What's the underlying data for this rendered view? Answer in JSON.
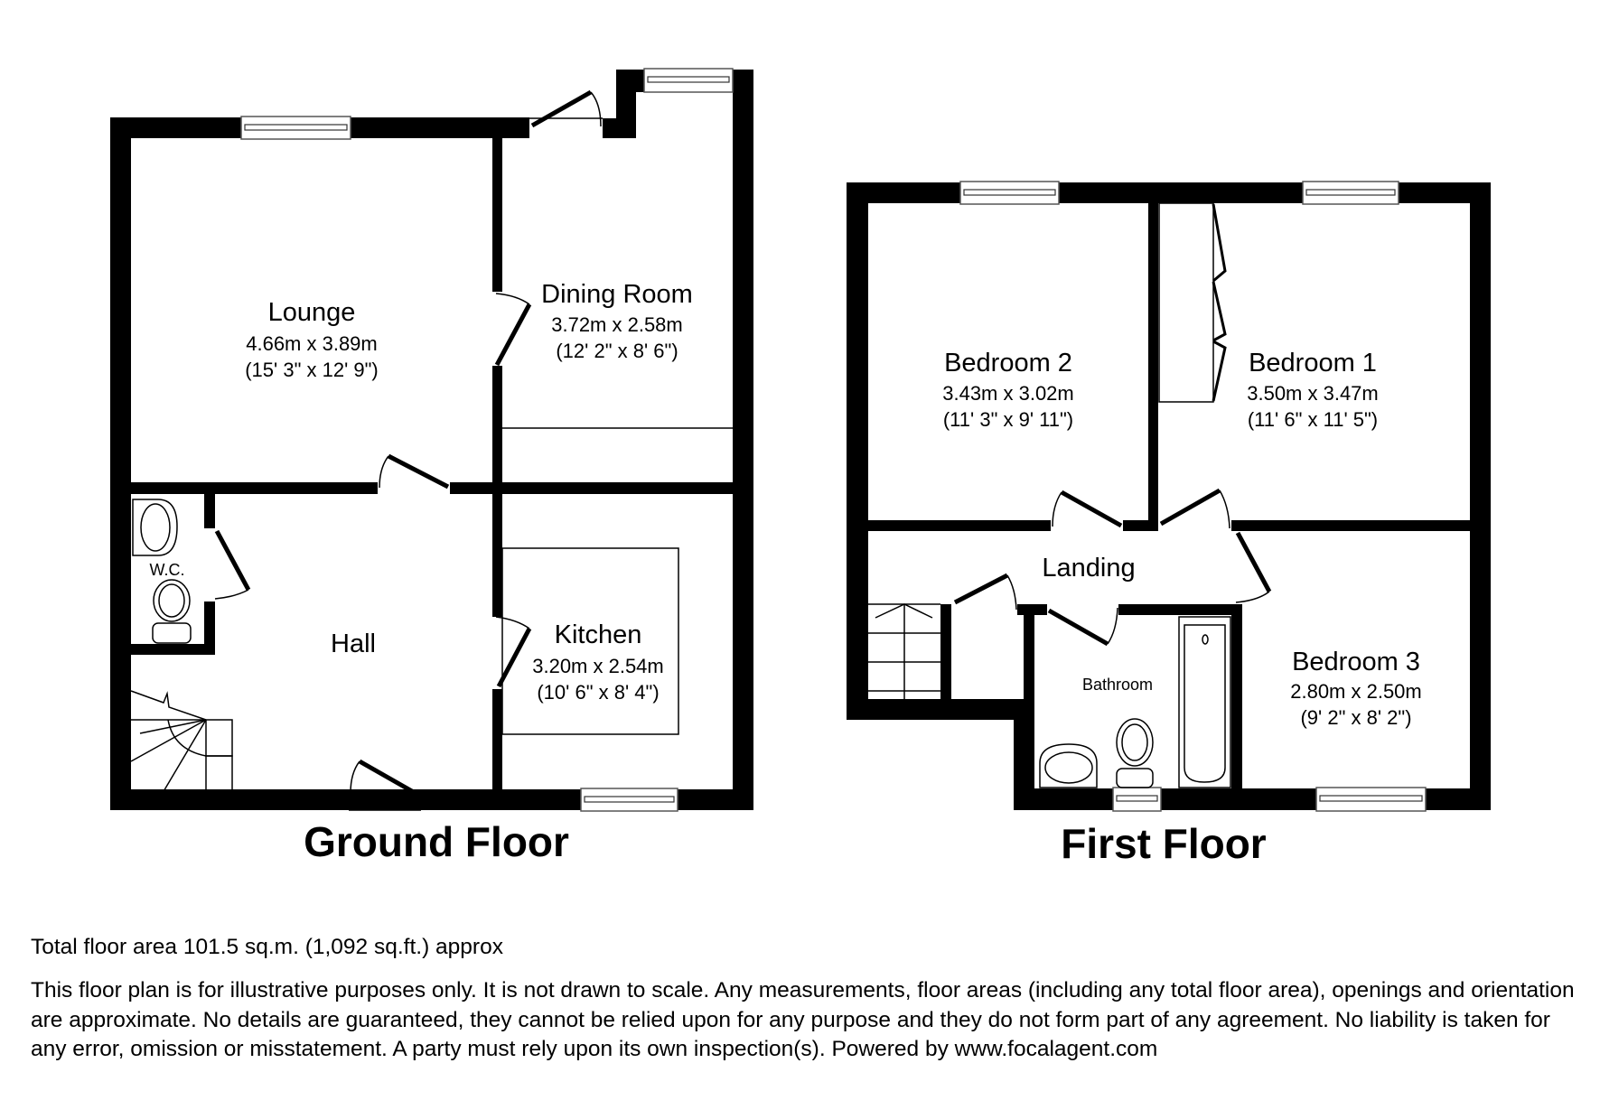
{
  "ground_floor": {
    "title": "Ground Floor",
    "rooms": {
      "lounge": {
        "name": "Lounge",
        "metric": "4.66m x 3.89m",
        "imperial": "(15' 3\" x 12' 9\")"
      },
      "dining": {
        "name": "Dining Room",
        "metric": "3.72m x 2.58m",
        "imperial": "(12' 2\" x 8' 6\")"
      },
      "kitchen": {
        "name": "Kitchen",
        "metric": "3.20m x 2.54m",
        "imperial": "(10' 6\" x 8' 4\")"
      },
      "hall": {
        "name": "Hall"
      },
      "wc": {
        "name": "W.C."
      }
    }
  },
  "first_floor": {
    "title": "First Floor",
    "rooms": {
      "bedroom2": {
        "name": "Bedroom 2",
        "metric": "3.43m x 3.02m",
        "imperial": "(11' 3\" x 9' 11\")"
      },
      "bedroom1": {
        "name": "Bedroom 1",
        "metric": "3.50m x 3.47m",
        "imperial": "(11' 6\" x 11' 5\")"
      },
      "bedroom3": {
        "name": "Bedroom 3",
        "metric": "2.80m x 2.50m",
        "imperial": "(9' 2\" x 8' 2\")"
      },
      "landing": {
        "name": "Landing"
      },
      "bathroom": {
        "name": "Bathroom"
      }
    }
  },
  "footer": {
    "total_area": "Total floor area 101.5 sq.m. (1,092 sq.ft.) approx",
    "disclaimer": "This floor plan is for illustrative purposes only. It is not drawn to scale. Any measurements, floor areas (including any total floor area), openings and orientation are approximate. No details are guaranteed, they cannot be relied upon for any purpose and they do not form part of any agreement. No liability is taken for any error, omission or misstatement. A party must rely upon its own inspection(s). Powered by www.focalagent.com"
  },
  "colors": {
    "wall": "#000000",
    "background": "#ffffff"
  }
}
